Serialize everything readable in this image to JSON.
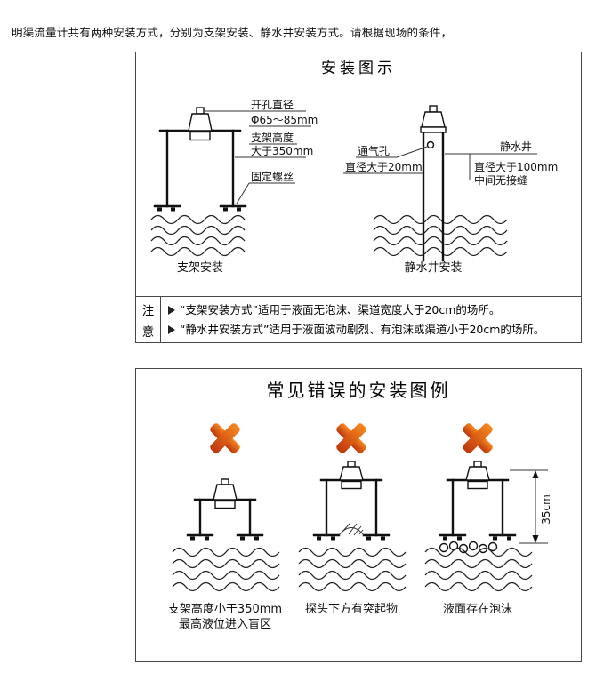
{
  "intro": "明渠流量计共有两种安装方式，分别为支架安装、静水井安装方式。请根据现场的条件，",
  "panel1": {
    "title": "安装图示",
    "bracket": {
      "label_hole_1": "开孔直径",
      "label_hole_2": "Φ65～85mm",
      "label_height_1": "支架高度",
      "label_height_2": "大于350mm",
      "label_screw": "固定螺丝",
      "caption": "支架安装"
    },
    "well": {
      "label_vent_1": "通气孔",
      "label_vent_2": "直径大于20mm",
      "label_well": "静水井",
      "label_diameter_1": "直径大于100mm",
      "label_diameter_2": "中间无接缝",
      "caption": "静水井安装"
    },
    "note": {
      "label_1": "注",
      "label_2": "意",
      "items": [
        "“支架安装方式”适用于液面无泡沫、渠道宽度大于20cm的场所。",
        "“静水井安装方式”适用于液面波动剧烈、有泡沫或渠道小于20cm的场所。"
      ]
    }
  },
  "panel2": {
    "title": "常见错误的安装图例",
    "error1_caption_1": "支架高度小于350mm",
    "error1_caption_2": "最高液位进入盲区",
    "error2_caption": "探头下方有突起物",
    "error3_caption": "液面存在泡沫",
    "dim_label": "35cm"
  },
  "colors": {
    "line": "#111111",
    "x_orange": "#f6881f",
    "x_dark": "#bf360c"
  }
}
